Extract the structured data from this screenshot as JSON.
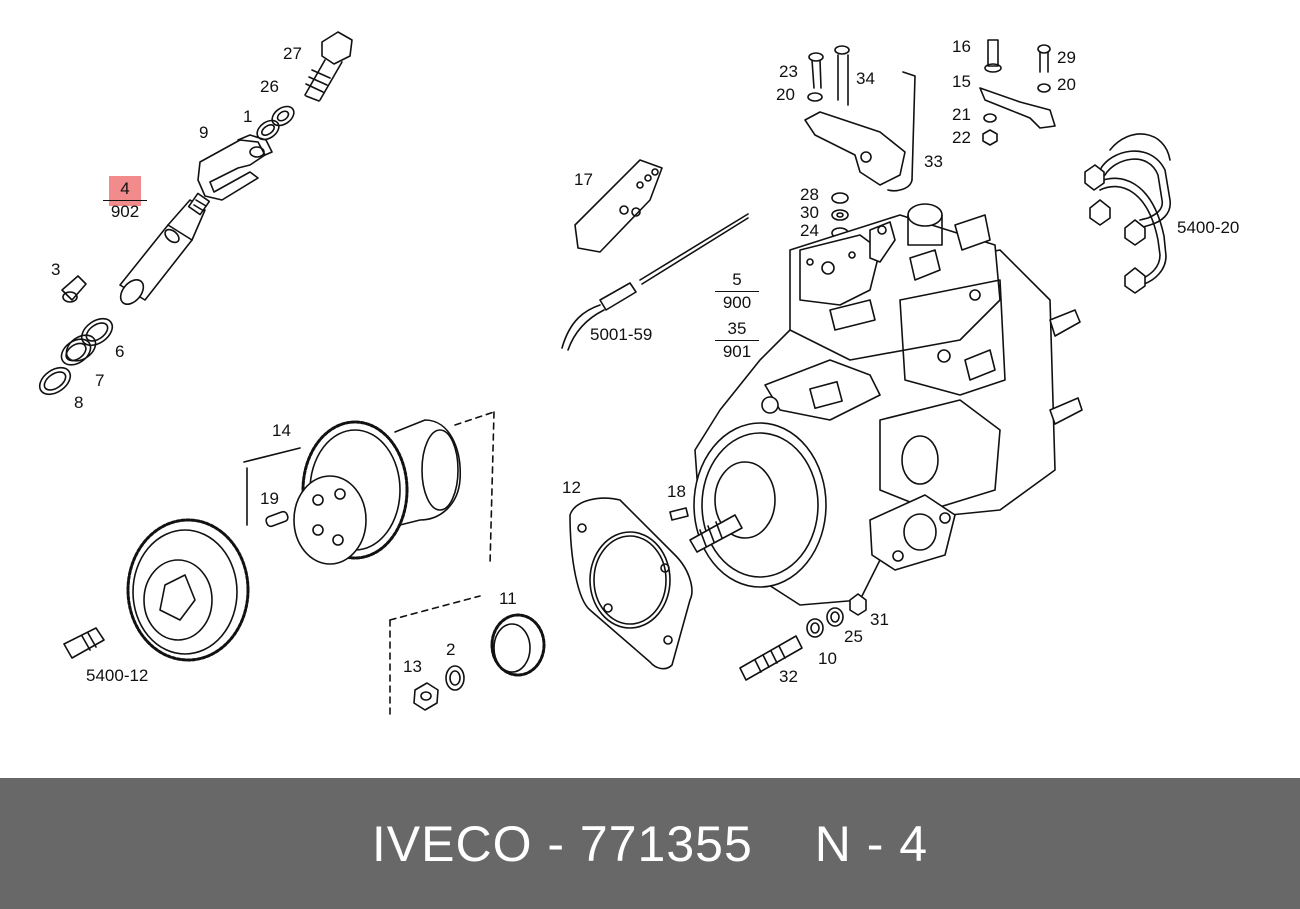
{
  "diagram": {
    "labels": {
      "l27": "27",
      "l26": "26",
      "l1": "1",
      "l9": "9",
      "l3": "3",
      "l6": "6",
      "l7": "7",
      "l8": "8",
      "l14": "14",
      "l19": "19",
      "l5400_12": "5400-12",
      "l13": "13",
      "l2": "2",
      "l11": "11",
      "l12": "12",
      "l18": "18",
      "l17": "17",
      "l5001_59": "5001-59",
      "l23": "23",
      "l20a": "20",
      "l34": "34",
      "l16": "16",
      "l29": "29",
      "l15": "15",
      "l20b": "20",
      "l21": "21",
      "l22": "22",
      "l33": "33",
      "l28": "28",
      "l30": "30",
      "l24": "24",
      "l5400_20": "5400-20",
      "l10": "10",
      "l25": "25",
      "l31": "31",
      "l32": "32"
    },
    "fractions": {
      "highlighted": {
        "num": "4",
        "den": "902"
      },
      "f5_900": {
        "num": "5",
        "den": "900"
      },
      "f35_901": {
        "num": "35",
        "den": "901"
      }
    },
    "highlight_color": "#f28b8b"
  },
  "footer": {
    "brand_part": "IVECO - 771355",
    "ref_part": "N - 4",
    "background": "#686868"
  }
}
